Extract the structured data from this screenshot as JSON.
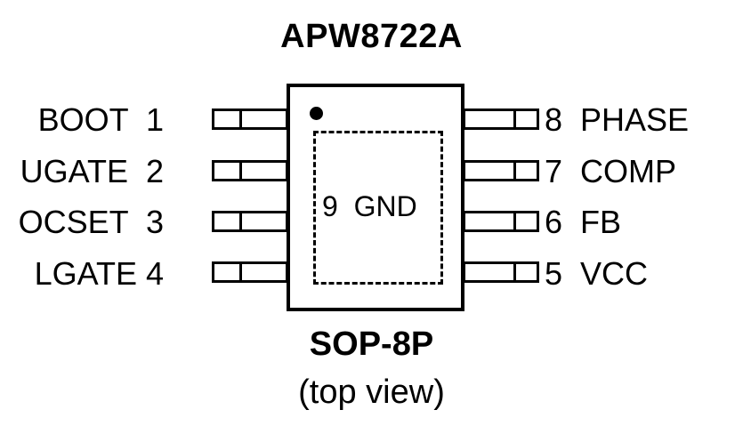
{
  "title": "APW8722A",
  "package": "SOP-8P",
  "view": "(top view)",
  "exposed_pad": "9  GND",
  "left_pins": [
    {
      "label": "BOOT  1"
    },
    {
      "label": "UGATE  2"
    },
    {
      "label": "OCSET  3"
    },
    {
      "label": "LGATE 4"
    }
  ],
  "right_pins": [
    {
      "label": "8  PHASE"
    },
    {
      "label": "7  COMP"
    },
    {
      "label": "6  FB"
    },
    {
      "label": "5  VCC"
    }
  ]
}
